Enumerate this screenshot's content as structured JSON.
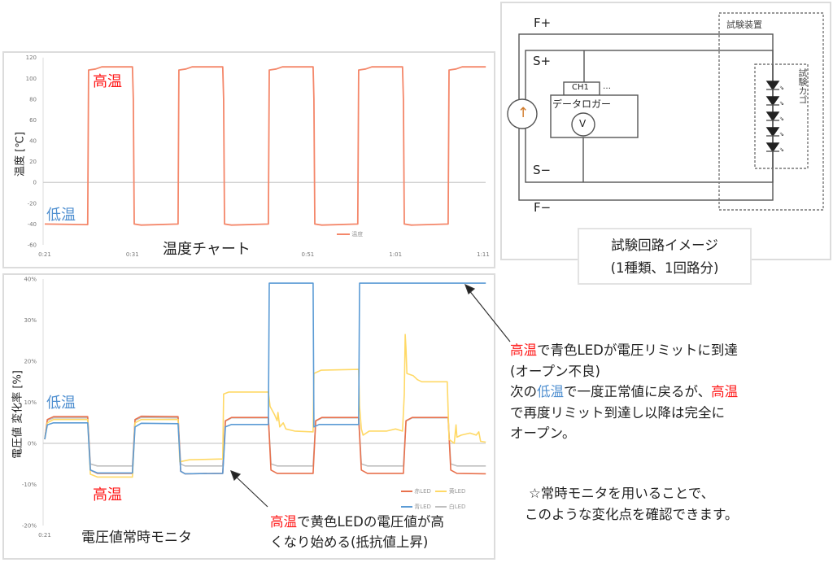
{
  "chart_data": [
    {
      "type": "line",
      "title": "温度チャート",
      "ylabel": "温度 [℃]",
      "xlabel": "",
      "ylim": [
        -60,
        120
      ],
      "yticks": [
        120,
        100,
        80,
        60,
        40,
        20,
        0,
        -20,
        -40,
        -60
      ],
      "xticks": [
        {
          "t": 21,
          "label": "0:21"
        },
        {
          "t": 31,
          "label": "0:31"
        },
        {
          "t": 51,
          "label": "0:51"
        },
        {
          "t": 61,
          "label": "1:01"
        },
        {
          "t": 71,
          "label": "1:11"
        }
      ],
      "xlim_minutes": [
        21,
        71.3
      ],
      "legend": {
        "position": "bottom-right",
        "entries": [
          "温度"
        ]
      },
      "annotations": {
        "high": "高温",
        "low": "低温"
      },
      "series": [
        {
          "name": "温度",
          "color": "#f4876a",
          "points": [
            [
              21,
              -40
            ],
            [
              25.9,
              -40.5
            ],
            [
              26.0,
              108
            ],
            [
              26.8,
              109
            ],
            [
              27.5,
              111
            ],
            [
              31.0,
              111
            ],
            [
              31.1,
              80
            ],
            [
              31.2,
              -40
            ],
            [
              32,
              -41
            ],
            [
              36.2,
              -40
            ],
            [
              36.3,
              108
            ],
            [
              37.1,
              109
            ],
            [
              37.8,
              111
            ],
            [
              41.3,
              111
            ],
            [
              41.4,
              80
            ],
            [
              41.5,
              -40
            ],
            [
              42.3,
              -41
            ],
            [
              46.5,
              -40
            ],
            [
              46.6,
              108
            ],
            [
              47.4,
              109
            ],
            [
              48.1,
              111
            ],
            [
              51.6,
              111
            ],
            [
              51.7,
              80
            ],
            [
              51.8,
              -40
            ],
            [
              52.6,
              -41
            ],
            [
              56.7,
              -40
            ],
            [
              56.8,
              108
            ],
            [
              57.6,
              109
            ],
            [
              58.3,
              111
            ],
            [
              61.8,
              111
            ],
            [
              61.9,
              80
            ],
            [
              62.0,
              -40
            ],
            [
              62.8,
              -41
            ],
            [
              67.0,
              -40
            ],
            [
              67.1,
              108
            ],
            [
              67.9,
              109
            ],
            [
              68.6,
              111
            ],
            [
              71.3,
              111
            ]
          ]
        }
      ]
    },
    {
      "type": "line",
      "title": "電圧値常時モニタ",
      "ylabel": "電圧値 変化率 [%]",
      "xlabel": "",
      "ylim": [
        -20,
        40
      ],
      "yticks": [
        {
          "v": 40,
          "label": "40%"
        },
        {
          "v": 30,
          "label": "30%"
        },
        {
          "v": 20,
          "label": "20%"
        },
        {
          "v": 10,
          "label": "10%"
        },
        {
          "v": 0,
          "label": "0%"
        },
        {
          "v": -10,
          "label": "-10%"
        },
        {
          "v": -20,
          "label": "-20%"
        }
      ],
      "xticks": [
        {
          "t": 21,
          "label": "0:21"
        }
      ],
      "xlim_minutes": [
        21,
        71.3
      ],
      "legend": {
        "position": "bottom-right",
        "entries": [
          "赤LED",
          "黄LED",
          "青LED",
          "白LED"
        ]
      },
      "annotations": {
        "high": "高温",
        "low": "低温"
      },
      "series": [
        {
          "name": "白LED",
          "color": "#bfbfbf",
          "points": [
            [
              21,
              1
            ],
            [
              21.3,
              5.6
            ],
            [
              22,
              6.2
            ],
            [
              25.9,
              6.2
            ],
            [
              26.2,
              -5
            ],
            [
              27,
              -5.5
            ],
            [
              31.0,
              -5.5
            ],
            [
              31.3,
              5.6
            ],
            [
              32,
              6.3
            ],
            [
              36.2,
              6.2
            ],
            [
              36.5,
              -5
            ],
            [
              37,
              -5.5
            ],
            [
              41.3,
              -5.5
            ],
            [
              41.6,
              5.4
            ],
            [
              42.3,
              6.2
            ],
            [
              46.5,
              6.2
            ],
            [
              46.8,
              -5
            ],
            [
              47.5,
              -5.5
            ],
            [
              51.6,
              -5.5
            ],
            [
              51.9,
              5.4
            ],
            [
              52.6,
              6.2
            ],
            [
              56.8,
              6.2
            ],
            [
              57.1,
              -5
            ],
            [
              57.8,
              -5.5
            ],
            [
              61.9,
              -5.5
            ],
            [
              62.2,
              5.4
            ],
            [
              62.9,
              6.2
            ],
            [
              67.0,
              6.2
            ],
            [
              67.3,
              -5
            ],
            [
              68,
              -5.5
            ],
            [
              71.3,
              -5.5
            ]
          ]
        },
        {
          "name": "赤LED",
          "color": "#e8714d",
          "points": [
            [
              21,
              1
            ],
            [
              21.3,
              5.8
            ],
            [
              22,
              6.5
            ],
            [
              25.9,
              6.5
            ],
            [
              26.2,
              -6.5
            ],
            [
              27,
              -7.3
            ],
            [
              31.0,
              -7.3
            ],
            [
              31.3,
              5.8
            ],
            [
              32,
              6.6
            ],
            [
              36.2,
              6.5
            ],
            [
              36.5,
              -6.8
            ],
            [
              37,
              -7.4
            ],
            [
              41.3,
              -7.3
            ],
            [
              41.6,
              5.5
            ],
            [
              42.3,
              6.3
            ],
            [
              46.5,
              6.3
            ],
            [
              46.8,
              -6.5
            ],
            [
              47.5,
              -7.3
            ],
            [
              51.6,
              -7.3
            ],
            [
              51.9,
              5.5
            ],
            [
              52.6,
              6.3
            ],
            [
              56.8,
              6.3
            ],
            [
              57.1,
              -6.5
            ],
            [
              57.8,
              -7.3
            ],
            [
              61.9,
              -7.3
            ],
            [
              62.2,
              5.5
            ],
            [
              62.9,
              6.3
            ],
            [
              67.0,
              6.3
            ],
            [
              67.3,
              -6.5
            ],
            [
              68,
              -7.3
            ],
            [
              71.3,
              -7.4
            ]
          ]
        },
        {
          "name": "黄LED",
          "color": "#ffd966",
          "points": [
            [
              21,
              1
            ],
            [
              21.3,
              5
            ],
            [
              22,
              5.8
            ],
            [
              25.9,
              5.8
            ],
            [
              26.2,
              -7.5
            ],
            [
              27,
              -8.2
            ],
            [
              31,
              -8.2
            ],
            [
              31.3,
              5
            ],
            [
              32,
              5.8
            ],
            [
              36.2,
              5.8
            ],
            [
              36.4,
              -4.5
            ],
            [
              37.5,
              -4
            ],
            [
              41.3,
              -3.8
            ],
            [
              41.4,
              12
            ],
            [
              42,
              12.5
            ],
            [
              46.5,
              12.5
            ],
            [
              46.7,
              9
            ],
            [
              47.2,
              7
            ],
            [
              47.5,
              5.5
            ],
            [
              47.6,
              7.5
            ],
            [
              47.8,
              4
            ],
            [
              48.2,
              5
            ],
            [
              48.5,
              3.5
            ],
            [
              49.5,
              3
            ],
            [
              51.6,
              2.8
            ],
            [
              51.7,
              17
            ],
            [
              52.5,
              17.8
            ],
            [
              56.8,
              18
            ],
            [
              56.9,
              9
            ],
            [
              57.1,
              3.5
            ],
            [
              57.3,
              2
            ],
            [
              58,
              3
            ],
            [
              60,
              3
            ],
            [
              61,
              3.5
            ],
            [
              61.8,
              3
            ],
            [
              62.0,
              12
            ],
            [
              62.1,
              26.5
            ],
            [
              62.2,
              23
            ],
            [
              62.3,
              17
            ],
            [
              63,
              16.5
            ],
            [
              63.5,
              15.5
            ],
            [
              64,
              15
            ],
            [
              66.9,
              15
            ],
            [
              67.0,
              8
            ],
            [
              67.1,
              1
            ],
            [
              67.4,
              0.5
            ],
            [
              67.7,
              0
            ],
            [
              67.9,
              4.5
            ],
            [
              68,
              1.5
            ],
            [
              68.5,
              2
            ],
            [
              69.5,
              2.5
            ],
            [
              70.2,
              2
            ],
            [
              70.5,
              2.8
            ],
            [
              70.7,
              0.5
            ],
            [
              71.3,
              0.3
            ]
          ]
        },
        {
          "name": "青LED",
          "color": "#5b9bd5",
          "points": [
            [
              21,
              1
            ],
            [
              21.3,
              4.5
            ],
            [
              22,
              5
            ],
            [
              25.9,
              5
            ],
            [
              26.2,
              -6.5
            ],
            [
              27,
              -7.2
            ],
            [
              31,
              -7.2
            ],
            [
              31.3,
              4
            ],
            [
              32,
              4.9
            ],
            [
              36.2,
              4.8
            ],
            [
              36.5,
              -6.8
            ],
            [
              37,
              -7.4
            ],
            [
              41.3,
              -7.3
            ],
            [
              41.6,
              4
            ],
            [
              42.3,
              4.6
            ],
            [
              46.5,
              4.6
            ],
            [
              46.6,
              39
            ],
            [
              51.6,
              39
            ],
            [
              51.7,
              4
            ],
            [
              52.3,
              4.6
            ],
            [
              56.8,
              4.6
            ],
            [
              56.9,
              39
            ],
            [
              71.3,
              39
            ]
          ]
        }
      ]
    }
  ],
  "circuit": {
    "f_plus": "F+",
    "f_minus": "F−",
    "s_plus": "S+",
    "s_minus": "S−",
    "channel": "CH1",
    "ellipsis": "…",
    "logger": "データロガー",
    "voltmeter": "V",
    "source_symbol": "↑",
    "test_device": "試験装置",
    "test_cage": "試験カゴ",
    "caption_line1": "試験回路イメージ",
    "caption_line2": "(1種類、1回路分)"
  },
  "annotations": {
    "blue_open": {
      "l1_red": "高温",
      "l1_rest": "で青色LEDが電圧リミットに到達",
      "l2": "(オープン不良)",
      "l3_a": "次の",
      "l3_blue": "低温",
      "l3_b": "で一度正常値に戻るが、",
      "l3_red": "高温",
      "l4": "で再度リミット到達し以降は完全に",
      "l5": "オープン。"
    },
    "yellow_rise": {
      "red": "高温",
      "rest1": "で黄色LEDの電圧値が高",
      "line2": "くなり始める(抵抗値上昇)"
    },
    "note_line1": "☆常時モニタを用いることで、",
    "note_line2": "このような変化点を確認できます。"
  },
  "colors": {
    "accent_red": "#ff1a1a",
    "accent_blue": "#4f8fd0"
  }
}
